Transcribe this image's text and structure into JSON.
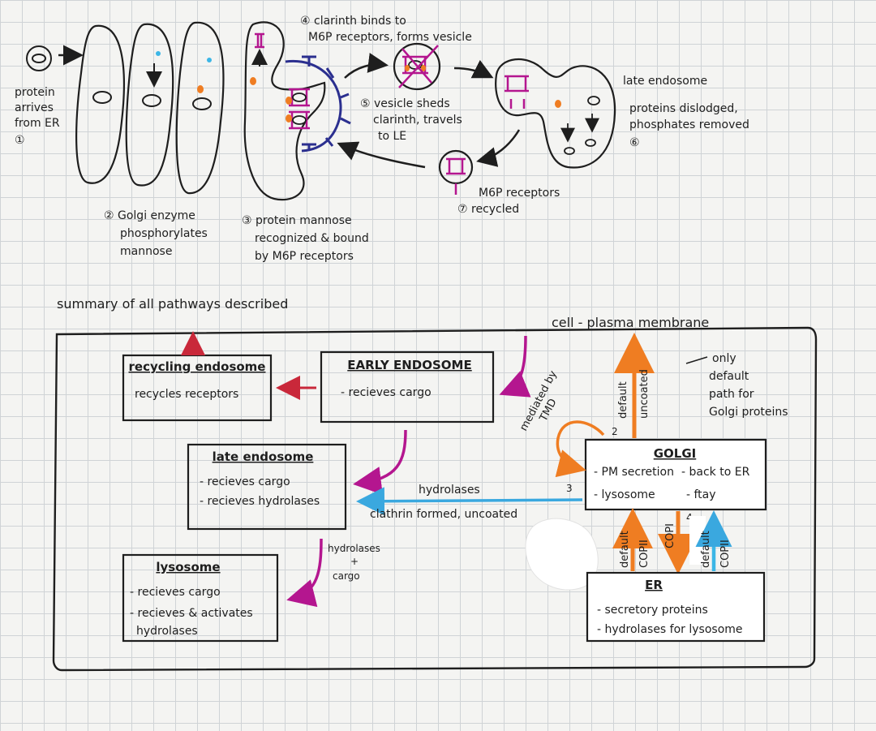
{
  "top": {
    "protein_arrives": [
      "protein",
      "arrives",
      "from ER",
      "①"
    ],
    "step2": [
      "② Golgi enzyme",
      "phosphorylates",
      "mannose"
    ],
    "step3": [
      "③ protein mannose",
      "recognized & bound",
      "by M6P receptors"
    ],
    "step4": [
      "④ clarinth binds to",
      "M6P receptors, forms vesicle"
    ],
    "step5": [
      "⑤ vesicle sheds",
      "clarinth, travels",
      "to LE"
    ],
    "late_endosome": "late endosome",
    "step6": [
      "proteins dislodged,",
      "phosphates removed",
      "⑥"
    ],
    "step7": [
      "M6P receptors",
      "⑦ recycled"
    ]
  },
  "summary": {
    "heading": "summary of all pathways described",
    "membrane": "cell - plasma membrane",
    "recycling_title": "recycling endosome",
    "recycling_text": "recycles receptors",
    "early_title": "EARLY ENDOSOME",
    "early_text": "- recieves cargo",
    "late_title": "late endosome",
    "late_text": [
      "- recieves cargo",
      "- recieves hydrolases"
    ],
    "lysosome_title": "lysosome",
    "lysosome_text": [
      "- recieves cargo",
      "- recieves & activates",
      "hydrolases"
    ],
    "golgi_title": "GOLGI",
    "golgi_text": [
      "- PM secretion",
      "- back to ER",
      "- lysosome",
      "- ftay"
    ],
    "er_title": "ER",
    "er_text": [
      "- secretory proteins",
      "- hydrolases for lysosome"
    ],
    "only_default": [
      "only",
      "default",
      "path for",
      "Golgi proteins"
    ],
    "mediated": [
      "mediated by",
      "TMD"
    ],
    "default_uncoated": [
      "default",
      "uncoated"
    ],
    "hydrolases_blue": "hydrolases",
    "clathrin": "clathrin formed, uncoated",
    "hydrolases_cargo": [
      "hydrolases",
      "+",
      "cargo"
    ],
    "default": "default",
    "copii": "COPII",
    "copi": "COPI",
    "num2": "2",
    "num3": "3",
    "num4": "4"
  },
  "colors": {
    "ink": "#1e1e1e",
    "magenta": "#b4168f",
    "orange": "#ef7d22",
    "red": "#c9283a",
    "blue": "#3aa8df",
    "navy": "#2b2f8f",
    "cyan": "#3cb6e6"
  }
}
